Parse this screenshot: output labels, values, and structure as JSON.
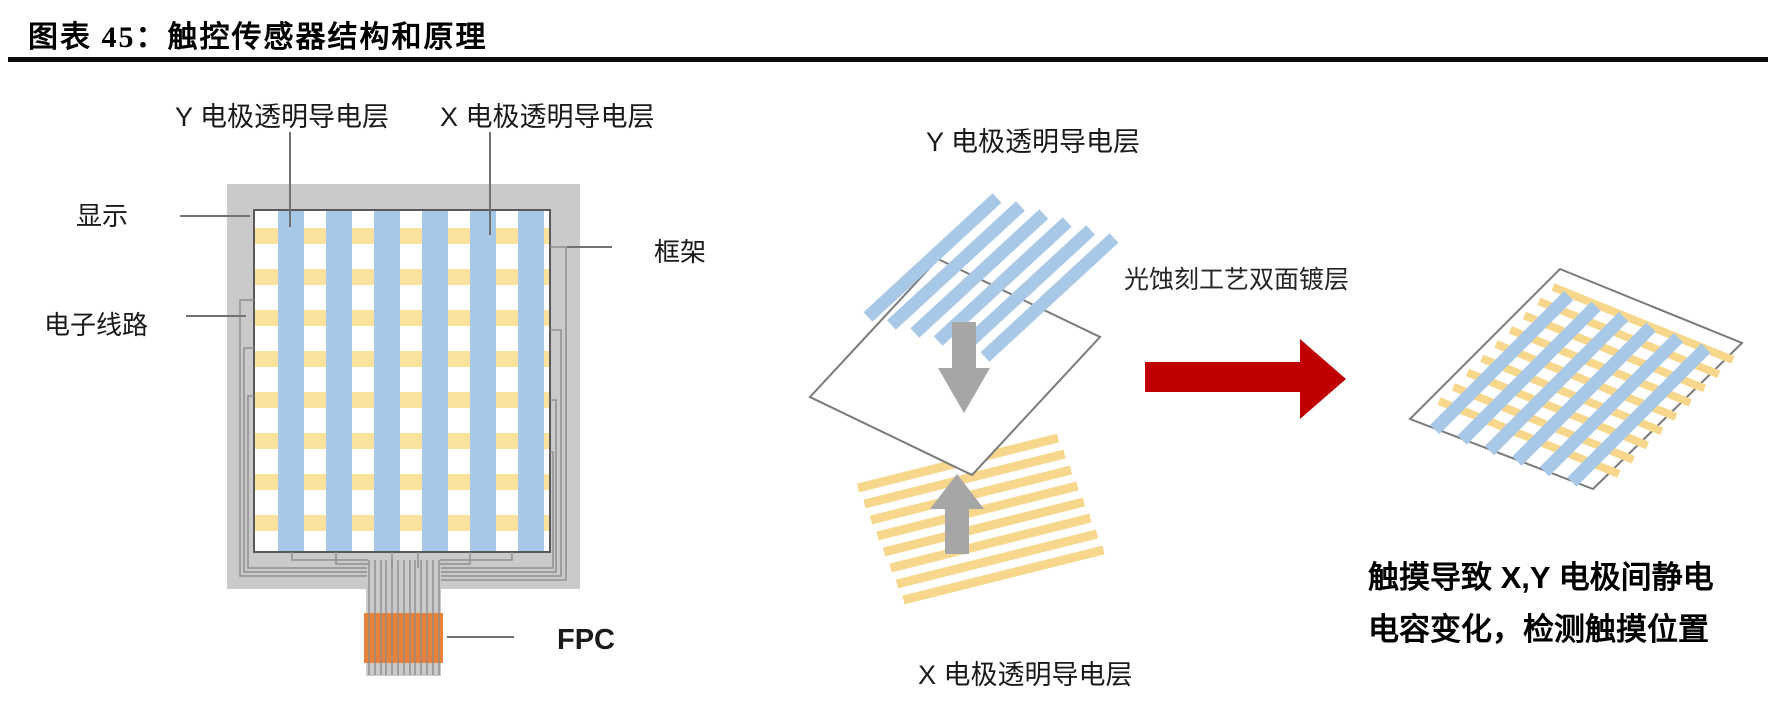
{
  "header": {
    "title": "图表 45：触控传感器结构和原理"
  },
  "left_diagram": {
    "y_electrode_label": "Y 电极透明导电层",
    "x_electrode_label": "X 电极透明导电层",
    "display_label": "显示",
    "circuit_label": "电子线路",
    "frame_label": "框架",
    "fpc_label": "FPC"
  },
  "right_diagram": {
    "y_electrode_label": "Y 电极透明导电层",
    "x_electrode_label": "X 电极透明导电层",
    "process_label": "光蚀刻工艺双面镀层",
    "caption_line1": "触摸导致 X,Y 电极间静电",
    "caption_line2": "电容变化，检测触摸位置"
  },
  "colors": {
    "electrode_blue": "#A8C8E8",
    "electrode_yellow": "#FBE29D",
    "electrode_yellow_deep": "#F7D78C",
    "frame_gray": "#CACACA",
    "trace_gray": "#8F8F8F",
    "panel_border_gray": "#595959",
    "fpc_orange": "#E8823B",
    "arrow_gray": "#A6A6A6",
    "arrow_red": "#C00000"
  }
}
